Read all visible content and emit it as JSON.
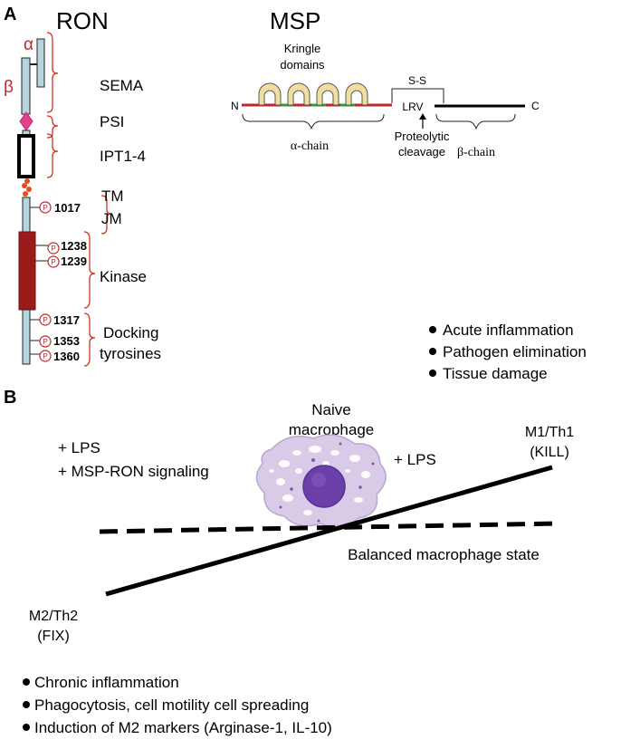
{
  "panel_a": {
    "label": "A",
    "ron": {
      "title": "RON",
      "alpha": "α",
      "beta": "β",
      "domains": {
        "sema": "SEMA",
        "psi": "PSI",
        "ipt": "IPT1-4",
        "tm": "TM",
        "jm": "JM",
        "kinase": "Kinase",
        "docking_line1": "Docking",
        "docking_line2": "tyrosines"
      },
      "phospho_symbol": "P",
      "sites": [
        "1017",
        "1238",
        "1239",
        "1317",
        "1353",
        "1360"
      ],
      "colors": {
        "receptor": "#b8d4dc",
        "kinase": "#9b1b1b",
        "psi": "#e0428c",
        "bracket": "#d0341c",
        "tm": "#e84c1c"
      }
    },
    "msp": {
      "title": "MSP",
      "kringle_line1": "Kringle",
      "kringle_line2": "domains",
      "n_terminus": "N",
      "c_terminus": "C",
      "disulfide": "S-S",
      "cleavage_site": "LRV",
      "cleavage_line1": "Proteolytic",
      "cleavage_line2": "cleavage",
      "alpha_chain": "α-chain",
      "beta_chain": "β-chain",
      "colors": {
        "kringle": "#f3dea0",
        "alpha_line": "#c0272d",
        "linker": "#2e9a3e"
      }
    }
  },
  "panel_b": {
    "label": "B",
    "m1_effects": [
      "Acute inflammation",
      "Pathogen elimination",
      "Tissue damage"
    ],
    "m2_effects": [
      "Chronic inflammation",
      "Phagocytosis, cell motility cell spreading",
      "Induction of M2 markers (Arginase-1, IL-10)"
    ],
    "naive_line1": "Naive",
    "naive_line2": "macrophage",
    "left_stimulus_1": "+ LPS",
    "left_stimulus_2": "+ MSP-RON signaling",
    "right_stimulus": "+ LPS",
    "m1_line1": "M1/Th1",
    "m1_line2": "(KILL)",
    "m2_line1": "M2/Th2",
    "m2_line2": "(FIX)",
    "balanced": "Balanced macrophage state",
    "colors": {
      "cell": "#d9cbe8",
      "nucleus": "#6a3fa8"
    }
  }
}
